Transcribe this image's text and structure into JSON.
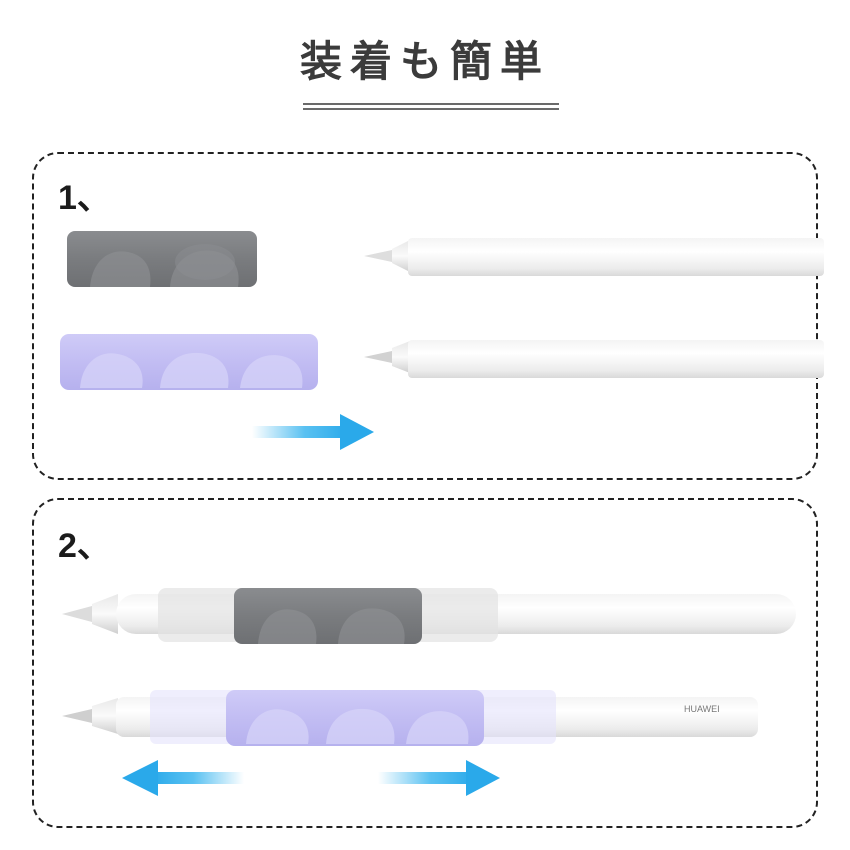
{
  "header": {
    "title": "装着も簡単"
  },
  "steps": [
    {
      "label": "1、"
    },
    {
      "label": "2、"
    }
  ],
  "pencil": {
    "brand_text": "HUAWEI"
  },
  "colors": {
    "gray_grip": "#7d7f82",
    "lavender_grip": "#c4c0f3",
    "arrow": "#3cb6ef",
    "border": "#222222"
  },
  "icons": {
    "right_arrow": "right-arrow-icon",
    "left_arrow": "left-arrow-icon"
  }
}
